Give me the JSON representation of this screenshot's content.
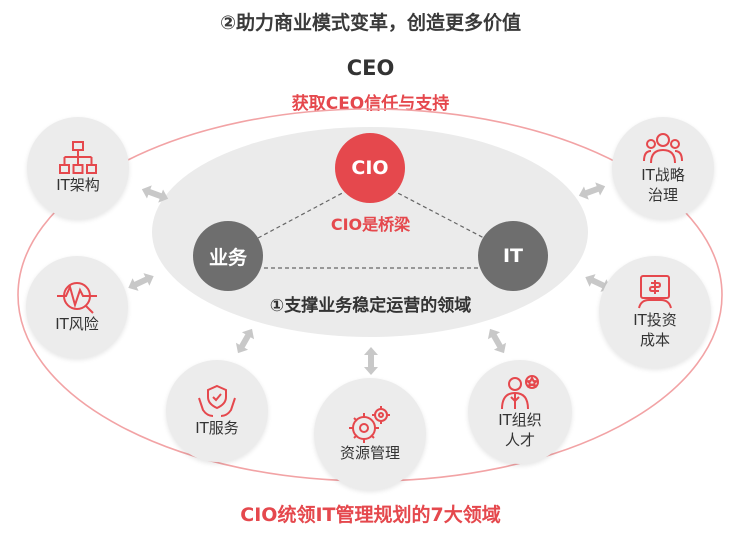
{
  "header": {
    "title": "②助力商业模式变革，创造更多价值"
  },
  "ceo": {
    "label": "CEO",
    "subtitle": "获取CEO信任与支持"
  },
  "core": {
    "cio": "CIO",
    "business": "业务",
    "it": "IT",
    "bridge": "CIO是桥梁",
    "inner_label": "①支撑业务稳定运营的领域"
  },
  "domains": [
    {
      "label": "IT架构",
      "icon": "org-chart-icon"
    },
    {
      "label": "IT战略\n治理",
      "icon": "team-icon"
    },
    {
      "label": "IT风险",
      "icon": "risk-pulse-icon"
    },
    {
      "label": "IT投资\n成本",
      "icon": "investment-icon"
    },
    {
      "label": "IT服务",
      "icon": "hands-shield-icon"
    },
    {
      "label": "资源管理",
      "icon": "gears-icon"
    },
    {
      "label": "IT组织\n人才",
      "icon": "person-badge-icon"
    }
  ],
  "footer": {
    "title": "CIO统领IT管理规划的7大领域"
  },
  "colors": {
    "accent": "#e5484d",
    "core_gray": "#6e6e6e",
    "circle_bg": "#ececec",
    "arrow": "#c8c8c8"
  }
}
